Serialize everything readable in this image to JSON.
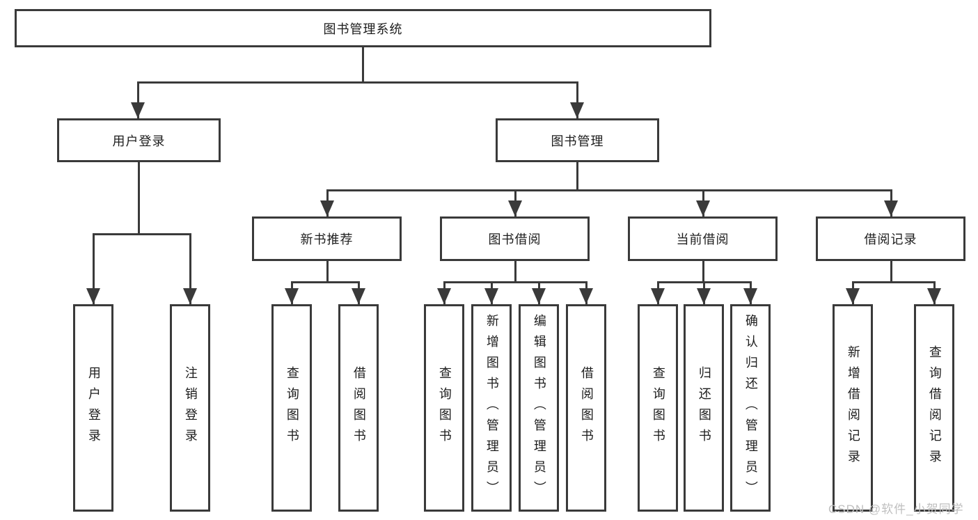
{
  "diagram": {
    "title": "图书管理系统",
    "nodes": {
      "root": {
        "label": "图书管理系统"
      },
      "user_login": {
        "label": "用户登录"
      },
      "book_management": {
        "label": "图书管理"
      },
      "new_book_recommend": {
        "label": "新书推荐"
      },
      "book_borrowing": {
        "label": "图书借阅"
      },
      "current_borrowing": {
        "label": "当前借阅"
      },
      "borrowing_records": {
        "label": "借阅记录"
      },
      "leaf_user_login": {
        "label": "用户登录"
      },
      "leaf_logout": {
        "label": "注销登录"
      },
      "leaf_query_book_recommend": {
        "label": "查询图书"
      },
      "leaf_borrow_book_recommend": {
        "label": "借阅图书"
      },
      "leaf_query_book_borrowing": {
        "label": "查询图书"
      },
      "leaf_add_book_admin": {
        "label": "新增图书（管理员）"
      },
      "leaf_edit_book_admin": {
        "label": "编辑图书（管理员）"
      },
      "leaf_borrow_book_borrowing": {
        "label": "借阅图书"
      },
      "leaf_query_book_current": {
        "label": "查询图书"
      },
      "leaf_return_book": {
        "label": "归还图书"
      },
      "leaf_confirm_return_admin": {
        "label": "确认归还（管理员）"
      },
      "leaf_add_borrow_record": {
        "label": "新增借阅记录"
      },
      "leaf_query_borrow_record": {
        "label": "查询借阅记录"
      }
    },
    "edges": [
      [
        "root",
        "user_login"
      ],
      [
        "root",
        "book_management"
      ],
      [
        "user_login",
        "leaf_user_login"
      ],
      [
        "user_login",
        "leaf_logout"
      ],
      [
        "book_management",
        "new_book_recommend"
      ],
      [
        "book_management",
        "book_borrowing"
      ],
      [
        "book_management",
        "current_borrowing"
      ],
      [
        "book_management",
        "borrowing_records"
      ],
      [
        "new_book_recommend",
        "leaf_query_book_recommend"
      ],
      [
        "new_book_recommend",
        "leaf_borrow_book_recommend"
      ],
      [
        "book_borrowing",
        "leaf_query_book_borrowing"
      ],
      [
        "book_borrowing",
        "leaf_add_book_admin"
      ],
      [
        "book_borrowing",
        "leaf_edit_book_admin"
      ],
      [
        "book_borrowing",
        "leaf_borrow_book_borrowing"
      ],
      [
        "current_borrowing",
        "leaf_query_book_current"
      ],
      [
        "current_borrowing",
        "leaf_return_book"
      ],
      [
        "current_borrowing",
        "leaf_confirm_return_admin"
      ],
      [
        "borrowing_records",
        "leaf_add_borrow_record"
      ],
      [
        "borrowing_records",
        "leaf_query_borrow_record"
      ]
    ]
  },
  "watermark": {
    "text": "CSDN @软件_小贺同学"
  },
  "colors": {
    "line": "#3a3a3a",
    "text": "#1d1d1d",
    "watermark": "#bfbfbf",
    "background": "#ffffff"
  }
}
